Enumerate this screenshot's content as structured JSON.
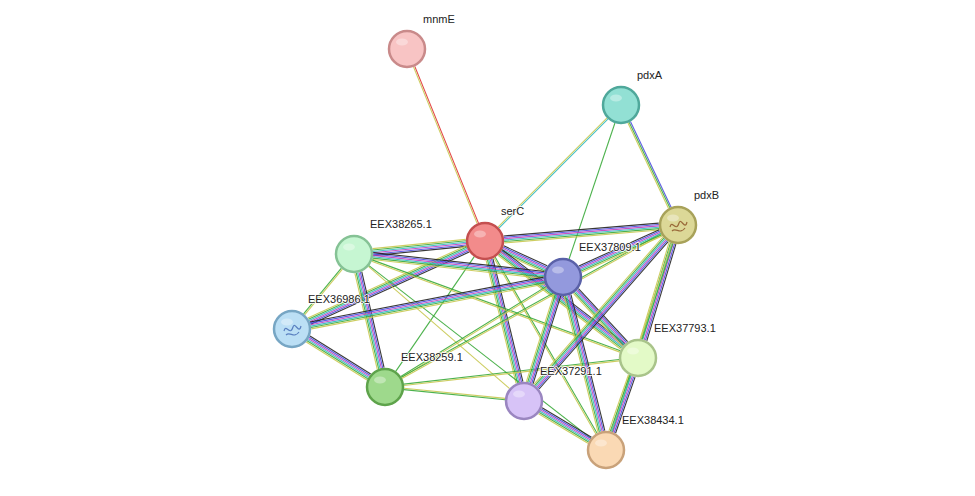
{
  "diagram": {
    "nodes": [
      {
        "text": [
          "mnmE"
        ]
      },
      {
        "text": [
          "pdxA"
        ]
      },
      {
        "text": [
          "pdxB"
        ]
      },
      {
        "text": [
          "serC"
        ]
      },
      {
        "text": [
          "EEX38265.1"
        ]
      },
      {
        "text": [
          "EEX37809.1"
        ]
      },
      {
        "text": [
          "EEX36986.1"
        ]
      },
      {
        "text": [
          "EEX37793.1"
        ]
      },
      {
        "text": [
          "EEX38259.1"
        ]
      },
      {
        "text": [
          "EEX37291.1"
        ]
      },
      {
        "text": [
          "EEX38434.1"
        ]
      }
    ],
    "edges": [
      {
        "from": 0,
        "to": 3,
        "arrow": "none"
      },
      {
        "from": 1,
        "to": 3,
        "arrow": "none"
      },
      {
        "from": 1,
        "to": 5,
        "arrow": "none"
      },
      {
        "from": 1,
        "to": 2,
        "arrow": "none"
      },
      {
        "from": 3,
        "to": 2,
        "arrow": "none"
      },
      {
        "from": 3,
        "to": 4,
        "arrow": "none"
      },
      {
        "from": 3,
        "to": 5,
        "arrow": "none"
      },
      {
        "from": 3,
        "to": 6,
        "arrow": "none"
      },
      {
        "from": 3,
        "to": 8,
        "arrow": "none"
      },
      {
        "from": 3,
        "to": 9,
        "arrow": "none"
      },
      {
        "from": 3,
        "to": 7,
        "arrow": "none"
      },
      {
        "from": 3,
        "to": 10,
        "arrow": "none"
      },
      {
        "from": 4,
        "to": 6,
        "arrow": "none"
      },
      {
        "from": 4,
        "to": 8,
        "arrow": "none"
      },
      {
        "from": 4,
        "to": 5,
        "arrow": "none"
      },
      {
        "from": 4,
        "to": 7,
        "arrow": "none"
      },
      {
        "from": 4,
        "to": 9,
        "arrow": "none"
      },
      {
        "from": 4,
        "to": 10,
        "arrow": "none"
      },
      {
        "from": 6,
        "to": 8,
        "arrow": "none"
      },
      {
        "from": 6,
        "to": 5,
        "arrow": "none"
      },
      {
        "from": 8,
        "to": 5,
        "arrow": "none"
      },
      {
        "from": 8,
        "to": 9,
        "arrow": "none"
      },
      {
        "from": 8,
        "to": 7,
        "arrow": "none"
      },
      {
        "from": 8,
        "to": 2,
        "arrow": "none"
      },
      {
        "from": 5,
        "to": 2,
        "arrow": "none"
      },
      {
        "from": 5,
        "to": 7,
        "arrow": "none"
      },
      {
        "from": 5,
        "to": 9,
        "arrow": "none"
      },
      {
        "from": 5,
        "to": 10,
        "arrow": "none"
      },
      {
        "from": 2,
        "to": 7,
        "arrow": "none"
      },
      {
        "from": 2,
        "to": 9,
        "arrow": "none"
      },
      {
        "from": 2,
        "to": 10,
        "arrow": "none"
      },
      {
        "from": 7,
        "to": 10,
        "arrow": "none"
      },
      {
        "from": 9,
        "to": 10,
        "arrow": "none"
      }
    ]
  }
}
